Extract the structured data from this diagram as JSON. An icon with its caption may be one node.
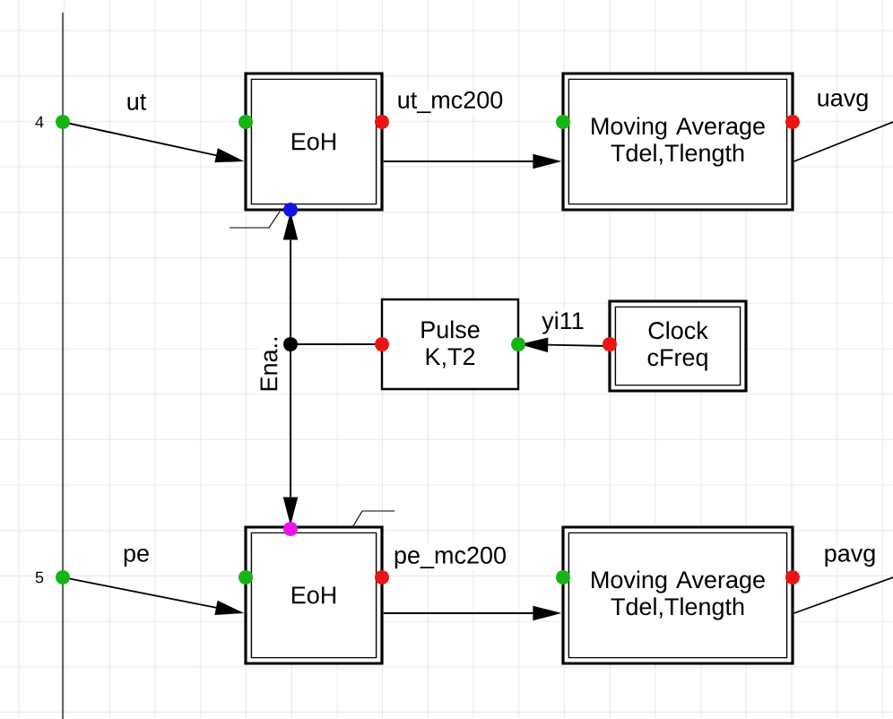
{
  "diagram": {
    "nodes": [
      {
        "text": [
          "EoH"
        ]
      },
      {
        "text": [
          "Moving Average Tdel,Tlength"
        ]
      },
      {
        "text": [
          "Pulse K,T2"
        ]
      },
      {
        "text": [
          "Clock cFreq"
        ]
      },
      {
        "text": [
          "EoH"
        ]
      },
      {
        "text": [
          "Moving Average Tdel,Tlength"
        ]
      },
      {
        "text": [
          "4"
        ]
      },
      {
        "text": [
          "5"
        ]
      }
    ],
    "edges": [
      {
        "from": 6,
        "to": 0,
        "arrow": "to",
        "label": "ut"
      },
      {
        "from": 0,
        "to": 1,
        "arrow": "to",
        "label": "ut_mc200"
      },
      {
        "from": 1,
        "to": null,
        "arrow": "none",
        "label": "uavg"
      },
      {
        "from": 3,
        "to": 2,
        "arrow": "to",
        "label": "yi11"
      },
      {
        "from": 2,
        "to": 0,
        "arrow": "to",
        "label": "Ena.."
      },
      {
        "from": 2,
        "to": 4,
        "arrow": "to"
      },
      {
        "from": 7,
        "to": 4,
        "arrow": "to",
        "label": "pe"
      },
      {
        "from": 4,
        "to": 5,
        "arrow": "to",
        "label": "pe_mc200"
      },
      {
        "from": 5,
        "to": null,
        "arrow": "none",
        "label": "pavg"
      }
    ]
  }
}
